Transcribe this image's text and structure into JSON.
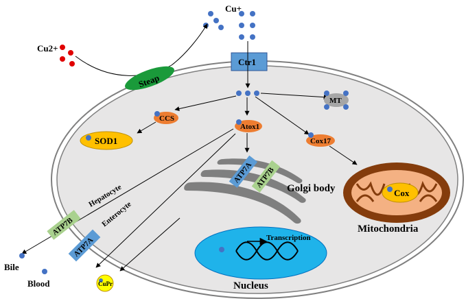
{
  "labels": {
    "cu_plus": "Cu+",
    "cu2_plus": "Cu2+",
    "steap": "Steap",
    "ctr1": "Ctr1",
    "ccs": "CCS",
    "sod1": "SOD1",
    "atox1": "Atox1",
    "cox17": "Cox17",
    "mt": "MT",
    "atp7a_golgi": "ATP7A",
    "atp7b_golgi": "ATP7B",
    "golgi": "Golgi body",
    "cox": "Cox",
    "mitochondria": "Mitochondria",
    "hepatocyte": "Hepatocyte",
    "enterocyte": "Enterocyte",
    "atp7b_membrane": "ATP7B",
    "atp7a_membrane": "ATP7A",
    "bile": "Bile",
    "blood": "Blood",
    "cup": "CuPr",
    "transcription": "Transcription",
    "nucleus": "Nucleus"
  },
  "colors": {
    "cu_plus": "#4472c4",
    "cu2_plus": "#e00000",
    "steap": "#1a9a3a",
    "ctr1": "#5b9bd5",
    "chaperone": "#ed7d31",
    "sod1": "#ffc000",
    "mt": "#a6a6a6",
    "atp7a": "#5b9bd5",
    "atp7b": "#a9d18e",
    "golgi": "#7f7f7f",
    "mito_outer": "#843c0c",
    "mito_inner": "#f4b183",
    "nucleus": "#1fb3ea",
    "cell_fill": "#e7e6e6",
    "cup": "#ffff00"
  }
}
